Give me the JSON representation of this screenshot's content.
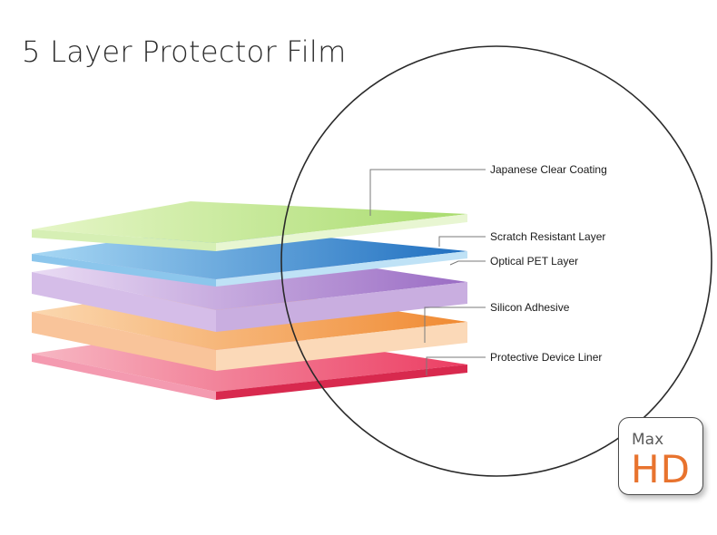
{
  "title": "5 Layer Protector Film",
  "layers": [
    {
      "label": "Japanese Clear Coating",
      "color": "#c8ea96"
    },
    {
      "label": "Scratch Resistant Layer",
      "color": "#3a8fd8"
    },
    {
      "label": "Optical PET Layer",
      "color": "#c4a6dc"
    },
    {
      "label": "Silicon Adhesive",
      "color": "#f3a45a"
    },
    {
      "label": "Protective Device Liner",
      "color": "#ee4a6e"
    }
  ],
  "badge": {
    "small": "Max",
    "big": "HD",
    "accent": "#e8732e"
  }
}
